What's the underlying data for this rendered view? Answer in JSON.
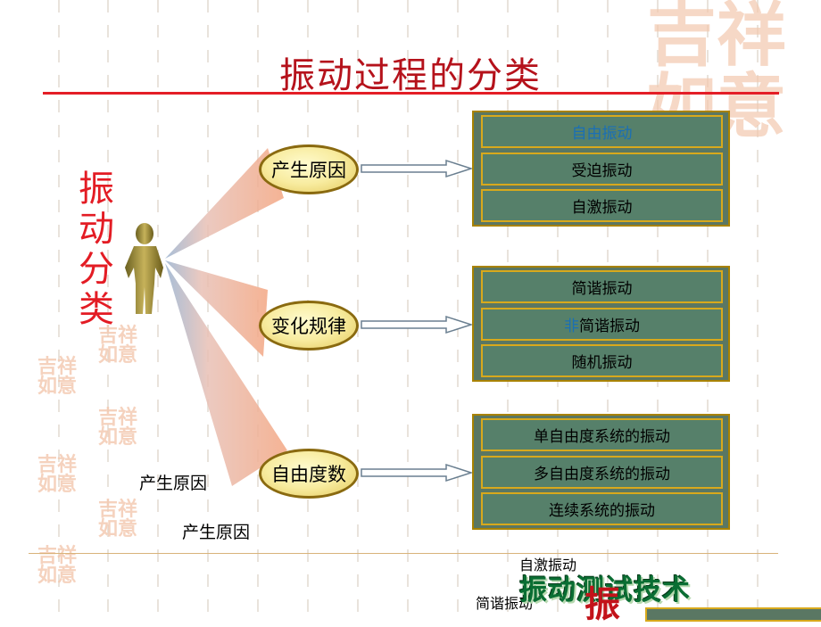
{
  "title": "振动过程的分类",
  "vertical_title": [
    "振",
    "动",
    "分",
    "类"
  ],
  "categories": [
    {
      "label": "产生原因",
      "items": [
        {
          "text": "自由振动",
          "accent": "自由振动"
        },
        {
          "text": "受迫振动"
        },
        {
          "text": "自激振动"
        }
      ]
    },
    {
      "label": "变化规律",
      "items": [
        {
          "text": "简谐振动"
        },
        {
          "text": "非简谐振动",
          "accent": "非",
          "rest": "简谐振动"
        },
        {
          "text": "随机振动"
        }
      ]
    },
    {
      "label": "自由度数",
      "items": [
        {
          "text": "单自由度系统的振动"
        },
        {
          "text": "多自由度系统的振动"
        },
        {
          "text": "连续系统的振动"
        }
      ]
    }
  ],
  "loose_text": [
    "产生原因",
    "产生原因",
    "自激振动",
    "简谐振动"
  ],
  "brand": {
    "text": "振动测试技术",
    "red": "振"
  },
  "colors": {
    "title": "#b5121b",
    "rule": "#e41e26",
    "accent_blue": "#1a6fb5",
    "cell": "#56806a",
    "cell_border": "#d8a91c"
  }
}
